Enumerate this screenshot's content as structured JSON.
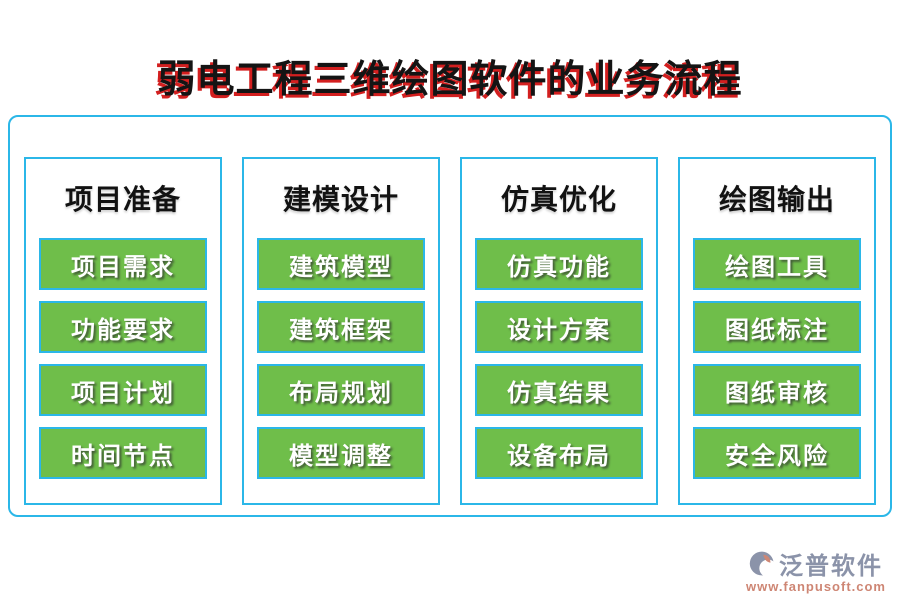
{
  "title": "弱电工程三维绘图软件的业务流程",
  "colors": {
    "accent_border": "#2bb7e8",
    "button_green": "#6fbe4a",
    "title_shadow_red": "#d31f1f",
    "brand_gray": "#8b93a9",
    "brand_salmon": "#ce8674"
  },
  "columns": [
    {
      "header": "项目准备",
      "items": [
        "项目需求",
        "功能要求",
        "项目计划",
        "时间节点"
      ]
    },
    {
      "header": "建模设计",
      "items": [
        "建筑模型",
        "建筑框架",
        "布局规划",
        "模型调整"
      ]
    },
    {
      "header": "仿真优化",
      "items": [
        "仿真功能",
        "设计方案",
        "仿真结果",
        "设备布局"
      ]
    },
    {
      "header": "绘图输出",
      "items": [
        "绘图工具",
        "图纸标注",
        "图纸审核",
        "安全风险"
      ]
    }
  ],
  "footer": {
    "brand": "泛普软件",
    "website": "www.fanpusoft.com",
    "logo_icon": "fanpu-swirl-icon"
  }
}
